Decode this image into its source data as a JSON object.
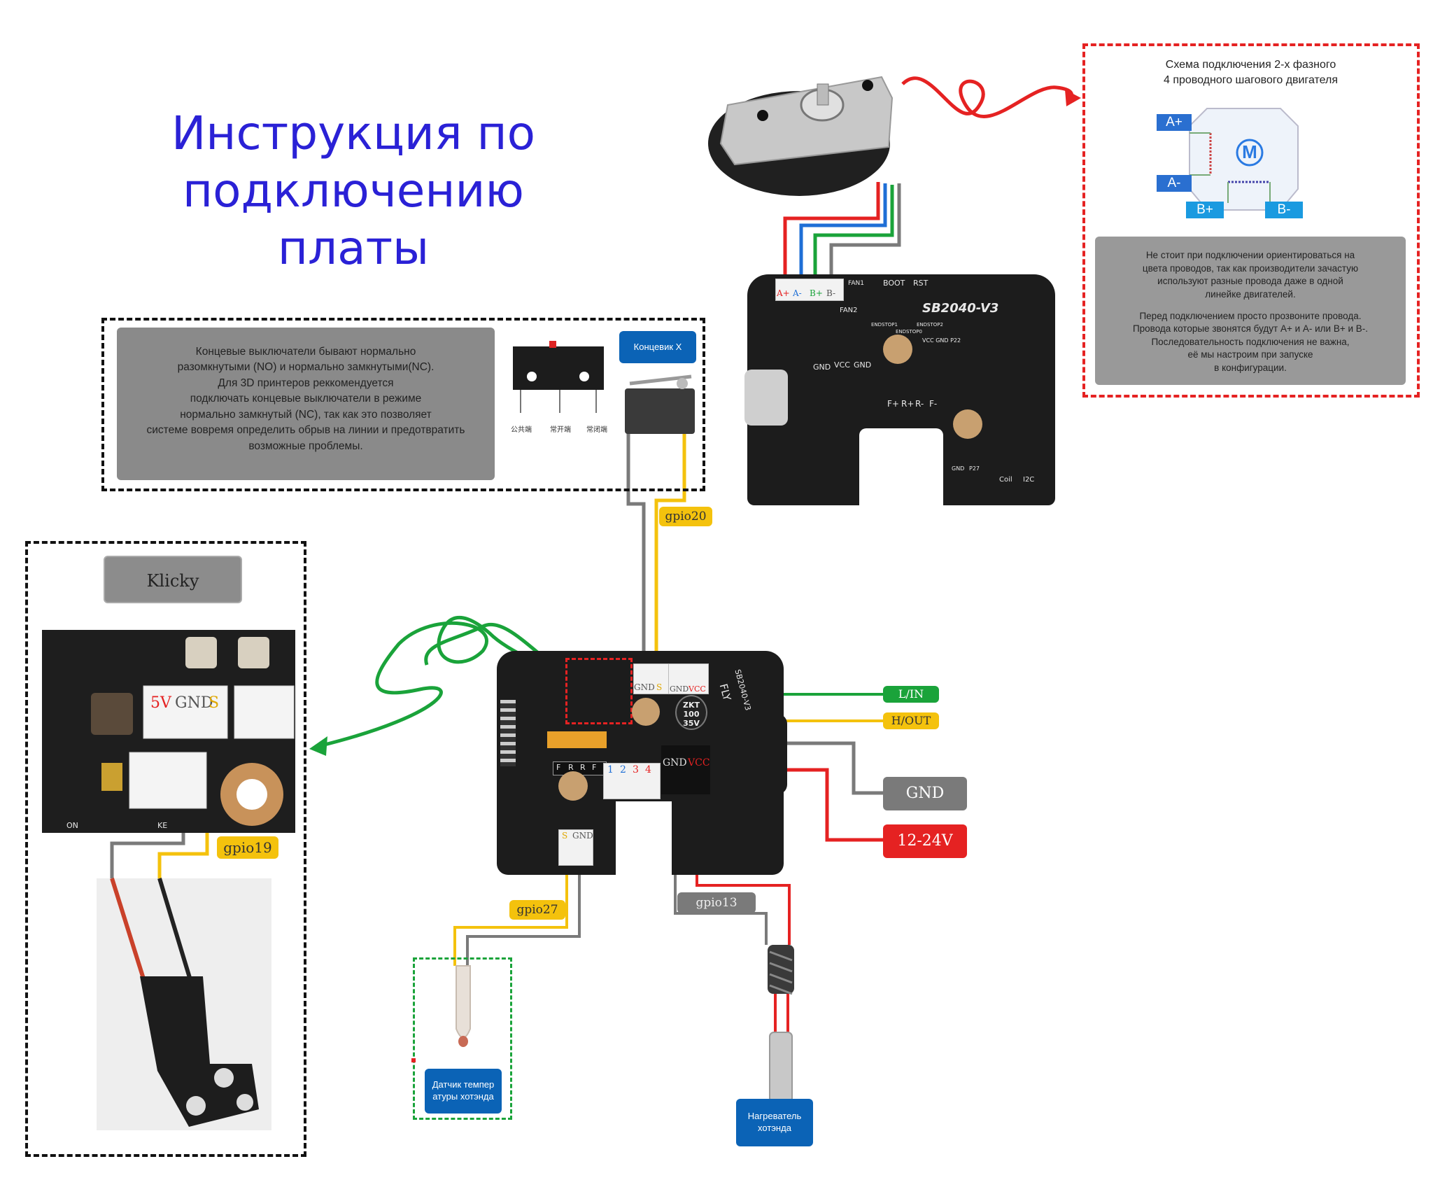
{
  "title_line1": "Инструкция по подключению",
  "title_line2": "платы",
  "stepper": {
    "heading_line1": "Схема подключения 2-х фазного",
    "heading_line2": "4 проводного шагового двигателя",
    "motor_symbol": "M",
    "coils": [
      "A+",
      "A-",
      "B+",
      "B-"
    ],
    "note_p1": [
      "Не стоит при подключении ориентироваться на",
      "цвета проводов, так как производители зачастую",
      "используют разные провода даже в одной",
      "линейке двигателей."
    ],
    "note_p2": [
      "Перед подключением просто прозвоните провода.",
      "Провода которые звонятся будут A+ и  A- или B+ и B-.",
      "Последовательность подключения не важна,",
      "её мы настроим при запуске",
      "в конфигурации."
    ]
  },
  "endstop": {
    "note": [
      "Концевые выключатели бывают нормально",
      "разомкнутыми (NO) и нормально замкнутыми(NC).",
      "Для 3D принтеров реккомендуется",
      "подключать концевые выключатели в режиме",
      "нормально замкнутый (NC), так как это позволяет",
      "системе вовремя определить обрыв на линии и предотвратить",
      "возможные проблемы."
    ],
    "switch_terminals": [
      "公共端",
      "常开端",
      "常闭端"
    ],
    "label": "Концевик X",
    "gpio": "gpio20"
  },
  "klicky": {
    "label": "Klicky",
    "pins": [
      "5V",
      "GND",
      "S"
    ],
    "silk": [
      "ON",
      "KE"
    ],
    "gpio": "gpio19"
  },
  "board_top": {
    "name": "SB2040-V3",
    "motor_pins": [
      "A+",
      "A-",
      "B+",
      "B-"
    ],
    "silk": [
      "FAN1",
      "BOOT",
      "RST",
      "FAN2",
      "GND",
      "VCC",
      "GND",
      "ENDSTOP1",
      "ENDSTOP2",
      "ENDSTOP0",
      "VCC GND P22",
      "F+",
      "R+",
      "R-",
      "F-",
      "GND",
      "P27",
      "Coil",
      "I2C"
    ]
  },
  "board_main": {
    "name": "SB2040-V3",
    "brand": "FLY",
    "endstop_pins": [
      "GND",
      "S"
    ],
    "fan_pins": [
      "GND",
      "VCC"
    ],
    "cap": [
      "ZKT",
      "100",
      "35V"
    ],
    "power_pins": [
      "GND",
      "VCC"
    ],
    "rgb": [
      "F",
      "R",
      "R",
      "F"
    ],
    "motor_numbers": [
      "1",
      "2",
      "3",
      "4"
    ],
    "therm_pins": [
      "S",
      "GND"
    ]
  },
  "outputs": {
    "l_in": "L/IN",
    "h_out": "H/OUT",
    "gnd": "GND",
    "vin": "12-24V"
  },
  "thermistor": {
    "gpio": "gpio27",
    "label": "Датчик темпер атуры хотэнда"
  },
  "heater": {
    "gpio": "gpio13",
    "label": "Нагреватель хотэнда"
  },
  "colors": {
    "title": "#2a21d6",
    "wire_red": "#e52222",
    "wire_green": "#1aa33a",
    "wire_blue": "#1f6fd6",
    "wire_yellow": "#f4c20d",
    "wire_gray": "#7a7a7a",
    "label_blue": "#0b63b6",
    "note_gray": "#8c8c8c"
  }
}
